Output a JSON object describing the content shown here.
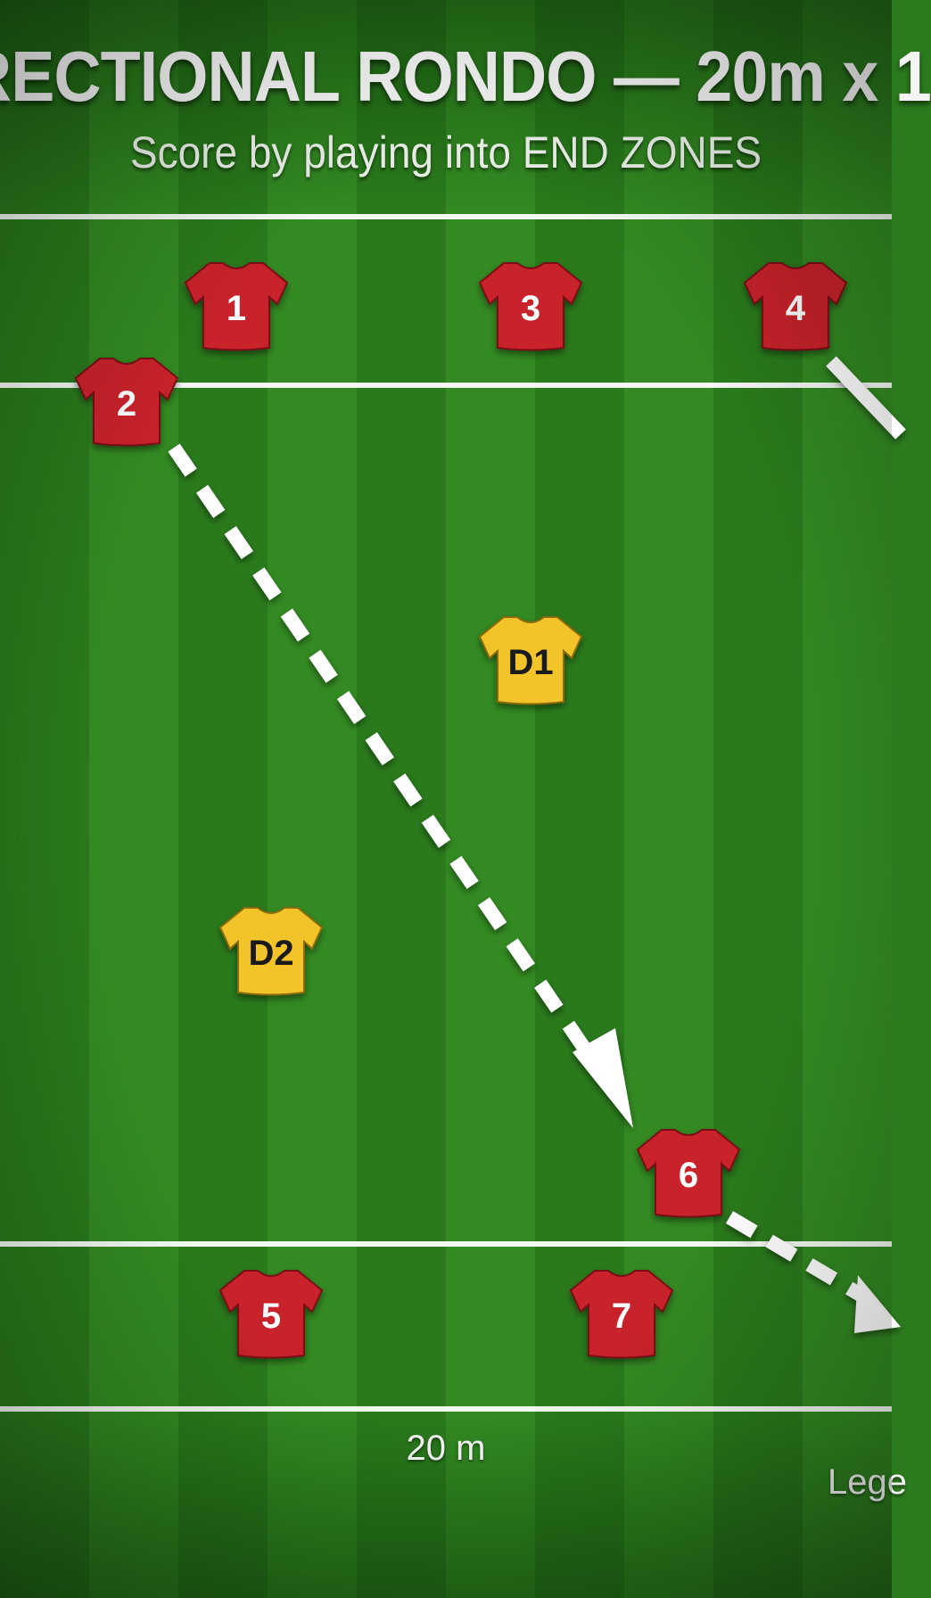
{
  "title": "RECTIONAL RONDO — 20m x 1",
  "subtitle": "Score by playing into END ZONES",
  "measure_label": "20 m",
  "legend_label": "Lege",
  "colors": {
    "attacker_shirt": "#c8232a",
    "defender_shirt": "#f2c42c",
    "attacker_number": "#ffffff",
    "defender_number": "#1a1a1a",
    "lines": "#ffffff"
  },
  "players": [
    {
      "label": "1",
      "team": "attacker"
    },
    {
      "label": "3",
      "team": "attacker"
    },
    {
      "label": "4",
      "team": "attacker"
    },
    {
      "label": "2",
      "team": "attacker"
    },
    {
      "label": "D1",
      "team": "defender"
    },
    {
      "label": "D2",
      "team": "defender"
    },
    {
      "label": "6",
      "team": "attacker"
    },
    {
      "label": "5",
      "team": "attacker"
    },
    {
      "label": "7",
      "team": "attacker"
    }
  ],
  "passes": [
    {
      "from": "2",
      "to": "6",
      "style": "dashed"
    },
    {
      "from": "6",
      "to": "off-right",
      "style": "dashed"
    },
    {
      "from": "4",
      "to": "off-right",
      "style": "solid"
    }
  ]
}
